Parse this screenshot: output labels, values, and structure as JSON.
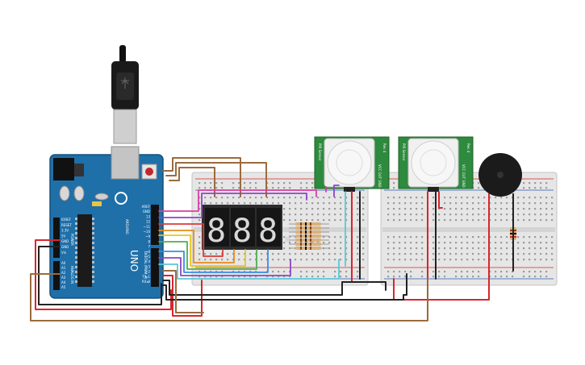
{
  "arduino": {
    "brand": "ARDUINO",
    "model": "UNO",
    "pin_header_labels": [
      "AREF",
      "GND",
      "13",
      "12",
      "~11",
      "~10",
      "~9",
      "8",
      "7",
      "~6",
      "~5",
      "4",
      "~3",
      "2",
      "TX▸1",
      "RX◂0"
    ],
    "power_labels": [
      "IOREF",
      "RESET",
      "3.3V",
      "5V",
      "GND",
      "GND",
      "Vin"
    ],
    "analog_labels": [
      "A0",
      "A1",
      "A2",
      "A3",
      "A4",
      "A5"
    ],
    "section_power": "POWER",
    "section_analog": "ANALOG IN",
    "section_digital": "DIGITAL (PWM ~)"
  },
  "display": {
    "digits": [
      "8.",
      "8.",
      "8."
    ]
  },
  "pir": [
    {
      "label": "PIR Sensor",
      "sub": "Rev 4",
      "pins": "VCC OUT GND"
    },
    {
      "label": "PIR Sensor",
      "sub": "Rev 4",
      "pins": "VCC OUT GND"
    }
  ],
  "colors": {
    "board": "#1f6fa8",
    "breadboard": "#e6e6e6",
    "pir_board": "#2e8a3e",
    "usb": "#1a1a1a",
    "wire_red": "#d9262c",
    "wire_black": "#222222",
    "wire_brown": "#9b6b3d"
  }
}
